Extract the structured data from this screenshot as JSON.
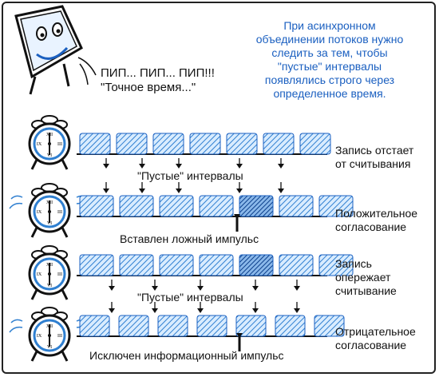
{
  "speech": {
    "beep": "ПИП... ПИП... ПИП!!!",
    "exact_time": "\"Точное время...\""
  },
  "note": {
    "lines": [
      "При асинхронном",
      "объединении потоков нужно",
      "следить за тем, чтобы",
      "\"пустые\" интервалы",
      "появлялись строго через",
      "определенное время."
    ]
  },
  "rows": [
    {
      "label_lines": [
        "Запись отстает",
        "от считывания"
      ]
    },
    {
      "label_lines": [
        "Положительное",
        "согласование"
      ]
    },
    {
      "label_lines": [
        "Запись",
        "опережает",
        "считывание"
      ]
    },
    {
      "label_lines": [
        "Отрицательное",
        "согласование"
      ]
    }
  ],
  "captions": {
    "empty_intervals_1": "\"Пустые\" интервалы",
    "false_pulse": "Вставлен ложный импульс",
    "empty_intervals_2": "\"Пустые\" интервалы",
    "excluded_pulse": "Исключен информационный импульс"
  },
  "colors": {
    "accent_blue": "#1a5fc0",
    "hatch_blue": "#2f7fd0",
    "line": "#111111"
  }
}
